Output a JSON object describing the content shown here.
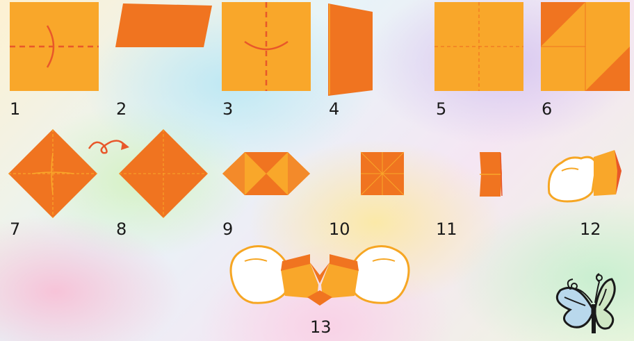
{
  "steps": [
    {
      "label": "1"
    },
    {
      "label": "2"
    },
    {
      "label": "3"
    },
    {
      "label": "4"
    },
    {
      "label": "5"
    },
    {
      "label": "6"
    },
    {
      "label": "7"
    },
    {
      "label": "8"
    },
    {
      "label": "9"
    },
    {
      "label": "10"
    },
    {
      "label": "11"
    },
    {
      "label": "12"
    },
    {
      "label": "13"
    }
  ],
  "colors": {
    "paper_light": "#f9a72a",
    "paper_dark": "#f07420",
    "crease": "#e8572a",
    "hand_fill": "#ffffff",
    "hand_outline": "#f6a623"
  },
  "icons": [
    "flip-over-arrow-icon",
    "hand-icon",
    "butterfly-icon"
  ]
}
